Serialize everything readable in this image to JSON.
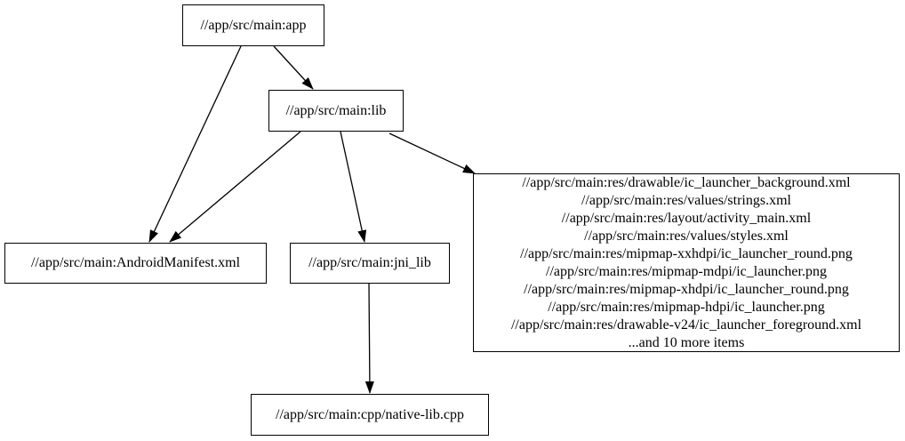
{
  "graph": {
    "background_color": "#ffffff",
    "node_fill_color": "#ffffff",
    "node_border_color": "#000000",
    "edge_color": "#000000",
    "text_color": "#000000",
    "nodes": {
      "app": {
        "label": "//app/src/main:app"
      },
      "lib": {
        "label": "//app/src/main:lib"
      },
      "manifest": {
        "label": "//app/src/main:AndroidManifest.xml"
      },
      "jni_lib": {
        "label": "//app/src/main:jni_lib"
      },
      "res_group": {
        "lines": [
          "//app/src/main:res/drawable/ic_launcher_background.xml",
          "//app/src/main:res/values/strings.xml",
          "//app/src/main:res/layout/activity_main.xml",
          "//app/src/main:res/values/styles.xml",
          "//app/src/main:res/mipmap-xxhdpi/ic_launcher_round.png",
          "//app/src/main:res/mipmap-mdpi/ic_launcher.png",
          "//app/src/main:res/mipmap-xhdpi/ic_launcher_round.png",
          "//app/src/main:res/mipmap-hdpi/ic_launcher.png",
          "//app/src/main:res/drawable-v24/ic_launcher_foreground.xml",
          "...and 10 more items"
        ]
      },
      "native_cpp": {
        "label": "//app/src/main:cpp/native-lib.cpp"
      }
    },
    "edges": [
      {
        "from": "app",
        "to": "lib"
      },
      {
        "from": "app",
        "to": "manifest"
      },
      {
        "from": "lib",
        "to": "manifest"
      },
      {
        "from": "lib",
        "to": "jni_lib"
      },
      {
        "from": "lib",
        "to": "res_group"
      },
      {
        "from": "jni_lib",
        "to": "native_cpp"
      }
    ]
  }
}
